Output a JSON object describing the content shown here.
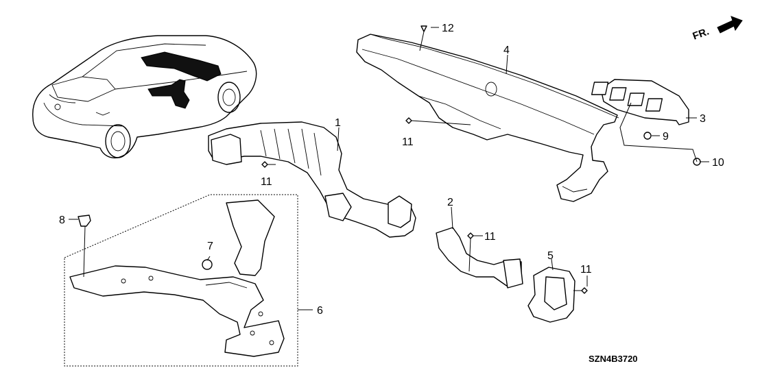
{
  "diagram": {
    "front_indicator": "FR.",
    "part_code": "SZN4B3720",
    "callouts": [
      {
        "id": "c1",
        "label": "1"
      },
      {
        "id": "c2",
        "label": "2"
      },
      {
        "id": "c3",
        "label": "3"
      },
      {
        "id": "c4",
        "label": "4"
      },
      {
        "id": "c5",
        "label": "5"
      },
      {
        "id": "c6",
        "label": "6"
      },
      {
        "id": "c7",
        "label": "7"
      },
      {
        "id": "c8",
        "label": "8"
      },
      {
        "id": "c9",
        "label": "9"
      },
      {
        "id": "c10",
        "label": "10"
      },
      {
        "id": "c11a",
        "label": "11"
      },
      {
        "id": "c11b",
        "label": "11"
      },
      {
        "id": "c11c",
        "label": "11"
      },
      {
        "id": "c11d",
        "label": "11"
      },
      {
        "id": "c12",
        "label": "12"
      }
    ]
  }
}
